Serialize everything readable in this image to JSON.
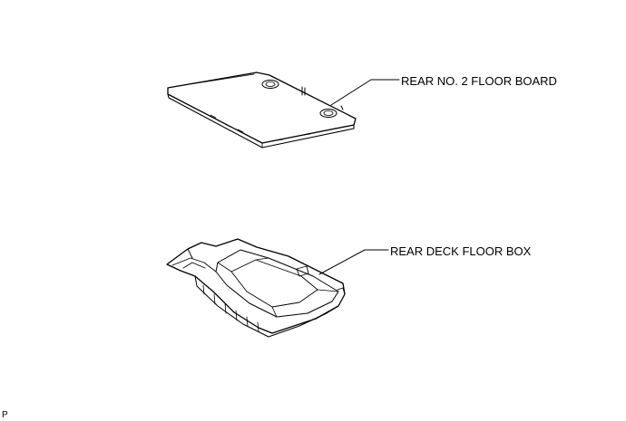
{
  "parts": [
    {
      "id": "floor-board",
      "label": "REAR NO. 2 FLOOR BOARD"
    },
    {
      "id": "floor-box",
      "label": "REAR DECK FLOOR BOX"
    }
  ],
  "corner_code": "P",
  "colors": {
    "line": "#000000",
    "background": "#ffffff"
  }
}
